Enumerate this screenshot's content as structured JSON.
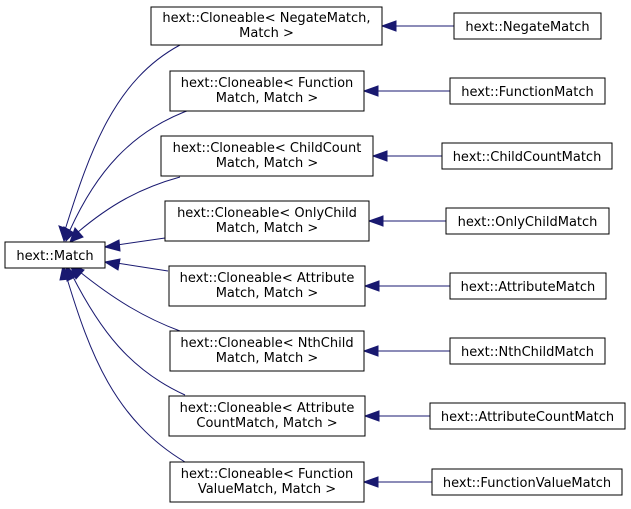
{
  "diagram": {
    "base": {
      "id": "match",
      "label": "hext::Match"
    },
    "templates": [
      {
        "id": "cl-negate",
        "lines": [
          "hext::Cloneable< NegateMatch,",
          "Match >"
        ]
      },
      {
        "id": "cl-function",
        "lines": [
          "hext::Cloneable< Function",
          "Match, Match >"
        ]
      },
      {
        "id": "cl-childcount",
        "lines": [
          "hext::Cloneable< ChildCount",
          "Match, Match >"
        ]
      },
      {
        "id": "cl-onlychild",
        "lines": [
          "hext::Cloneable< OnlyChild",
          "Match, Match >"
        ]
      },
      {
        "id": "cl-attribute",
        "lines": [
          "hext::Cloneable< Attribute",
          "Match, Match >"
        ]
      },
      {
        "id": "cl-nthchild",
        "lines": [
          "hext::Cloneable< NthChild",
          "Match, Match >"
        ]
      },
      {
        "id": "cl-attributecount",
        "lines": [
          "hext::Cloneable< Attribute",
          "CountMatch, Match >"
        ]
      },
      {
        "id": "cl-functionvalue",
        "lines": [
          "hext::Cloneable< Function",
          "ValueMatch, Match >"
        ]
      }
    ],
    "derived": [
      {
        "id": "negate",
        "label": "hext::NegateMatch"
      },
      {
        "id": "function",
        "label": "hext::FunctionMatch"
      },
      {
        "id": "childcount",
        "label": "hext::ChildCountMatch"
      },
      {
        "id": "onlychild",
        "label": "hext::OnlyChildMatch"
      },
      {
        "id": "attribute",
        "label": "hext::AttributeMatch"
      },
      {
        "id": "nthchild",
        "label": "hext::NthChildMatch"
      },
      {
        "id": "attributecount",
        "label": "hext::AttributeCountMatch"
      },
      {
        "id": "functionvalue",
        "label": "hext::FunctionValueMatch"
      }
    ],
    "colors": {
      "edge": "#191970",
      "border": "#000000",
      "fill": "#ffffff"
    }
  }
}
